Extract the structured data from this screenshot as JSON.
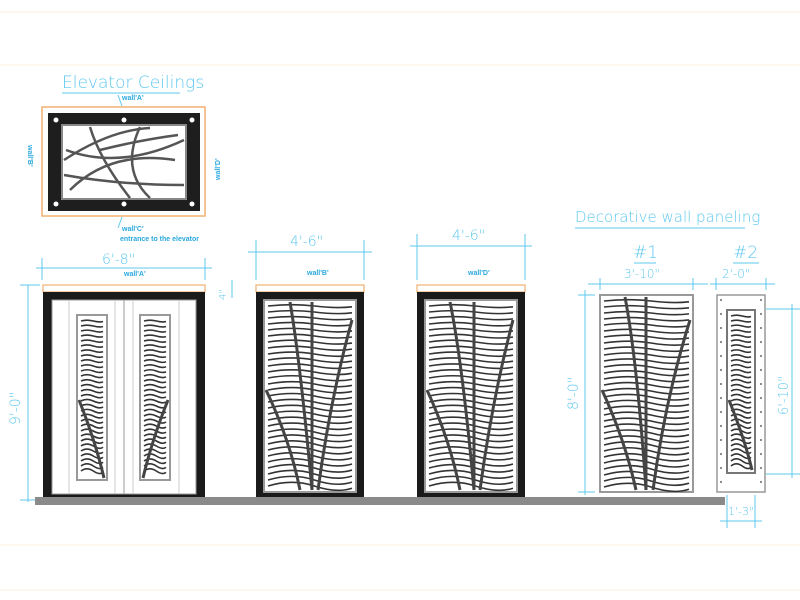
{
  "ceilings": {
    "title": "Elevator Ceilings",
    "wall_a": "wall'A'",
    "wall_b": "wall'B'",
    "wall_c": "wall'C'",
    "wall_d": "wall'D'",
    "entrance_note": "entrance to the elevator"
  },
  "elevation_a": {
    "width": "6'-8\"",
    "wall": "wall'A'",
    "height": "9'-0\"",
    "cove": "4\""
  },
  "elevation_b": {
    "width": "4'-6\"",
    "wall": "wall'B'"
  },
  "elevation_d": {
    "width": "4'-6\"",
    "wall": "wall'D'"
  },
  "decorative": {
    "title": "Decorative wall paneling",
    "panel1": {
      "number": "#1",
      "width": "3'-10\"",
      "height": "8'-0\""
    },
    "panel2": {
      "number": "#2",
      "width": "2'-0\"",
      "height": "6'-10\"",
      "insert_width": "1'-3\""
    }
  },
  "colors": {
    "dimension": "#5cc8ee",
    "trim": "#f0b070",
    "frame": "#1a1a1a",
    "floor": "#8a8a8a"
  }
}
